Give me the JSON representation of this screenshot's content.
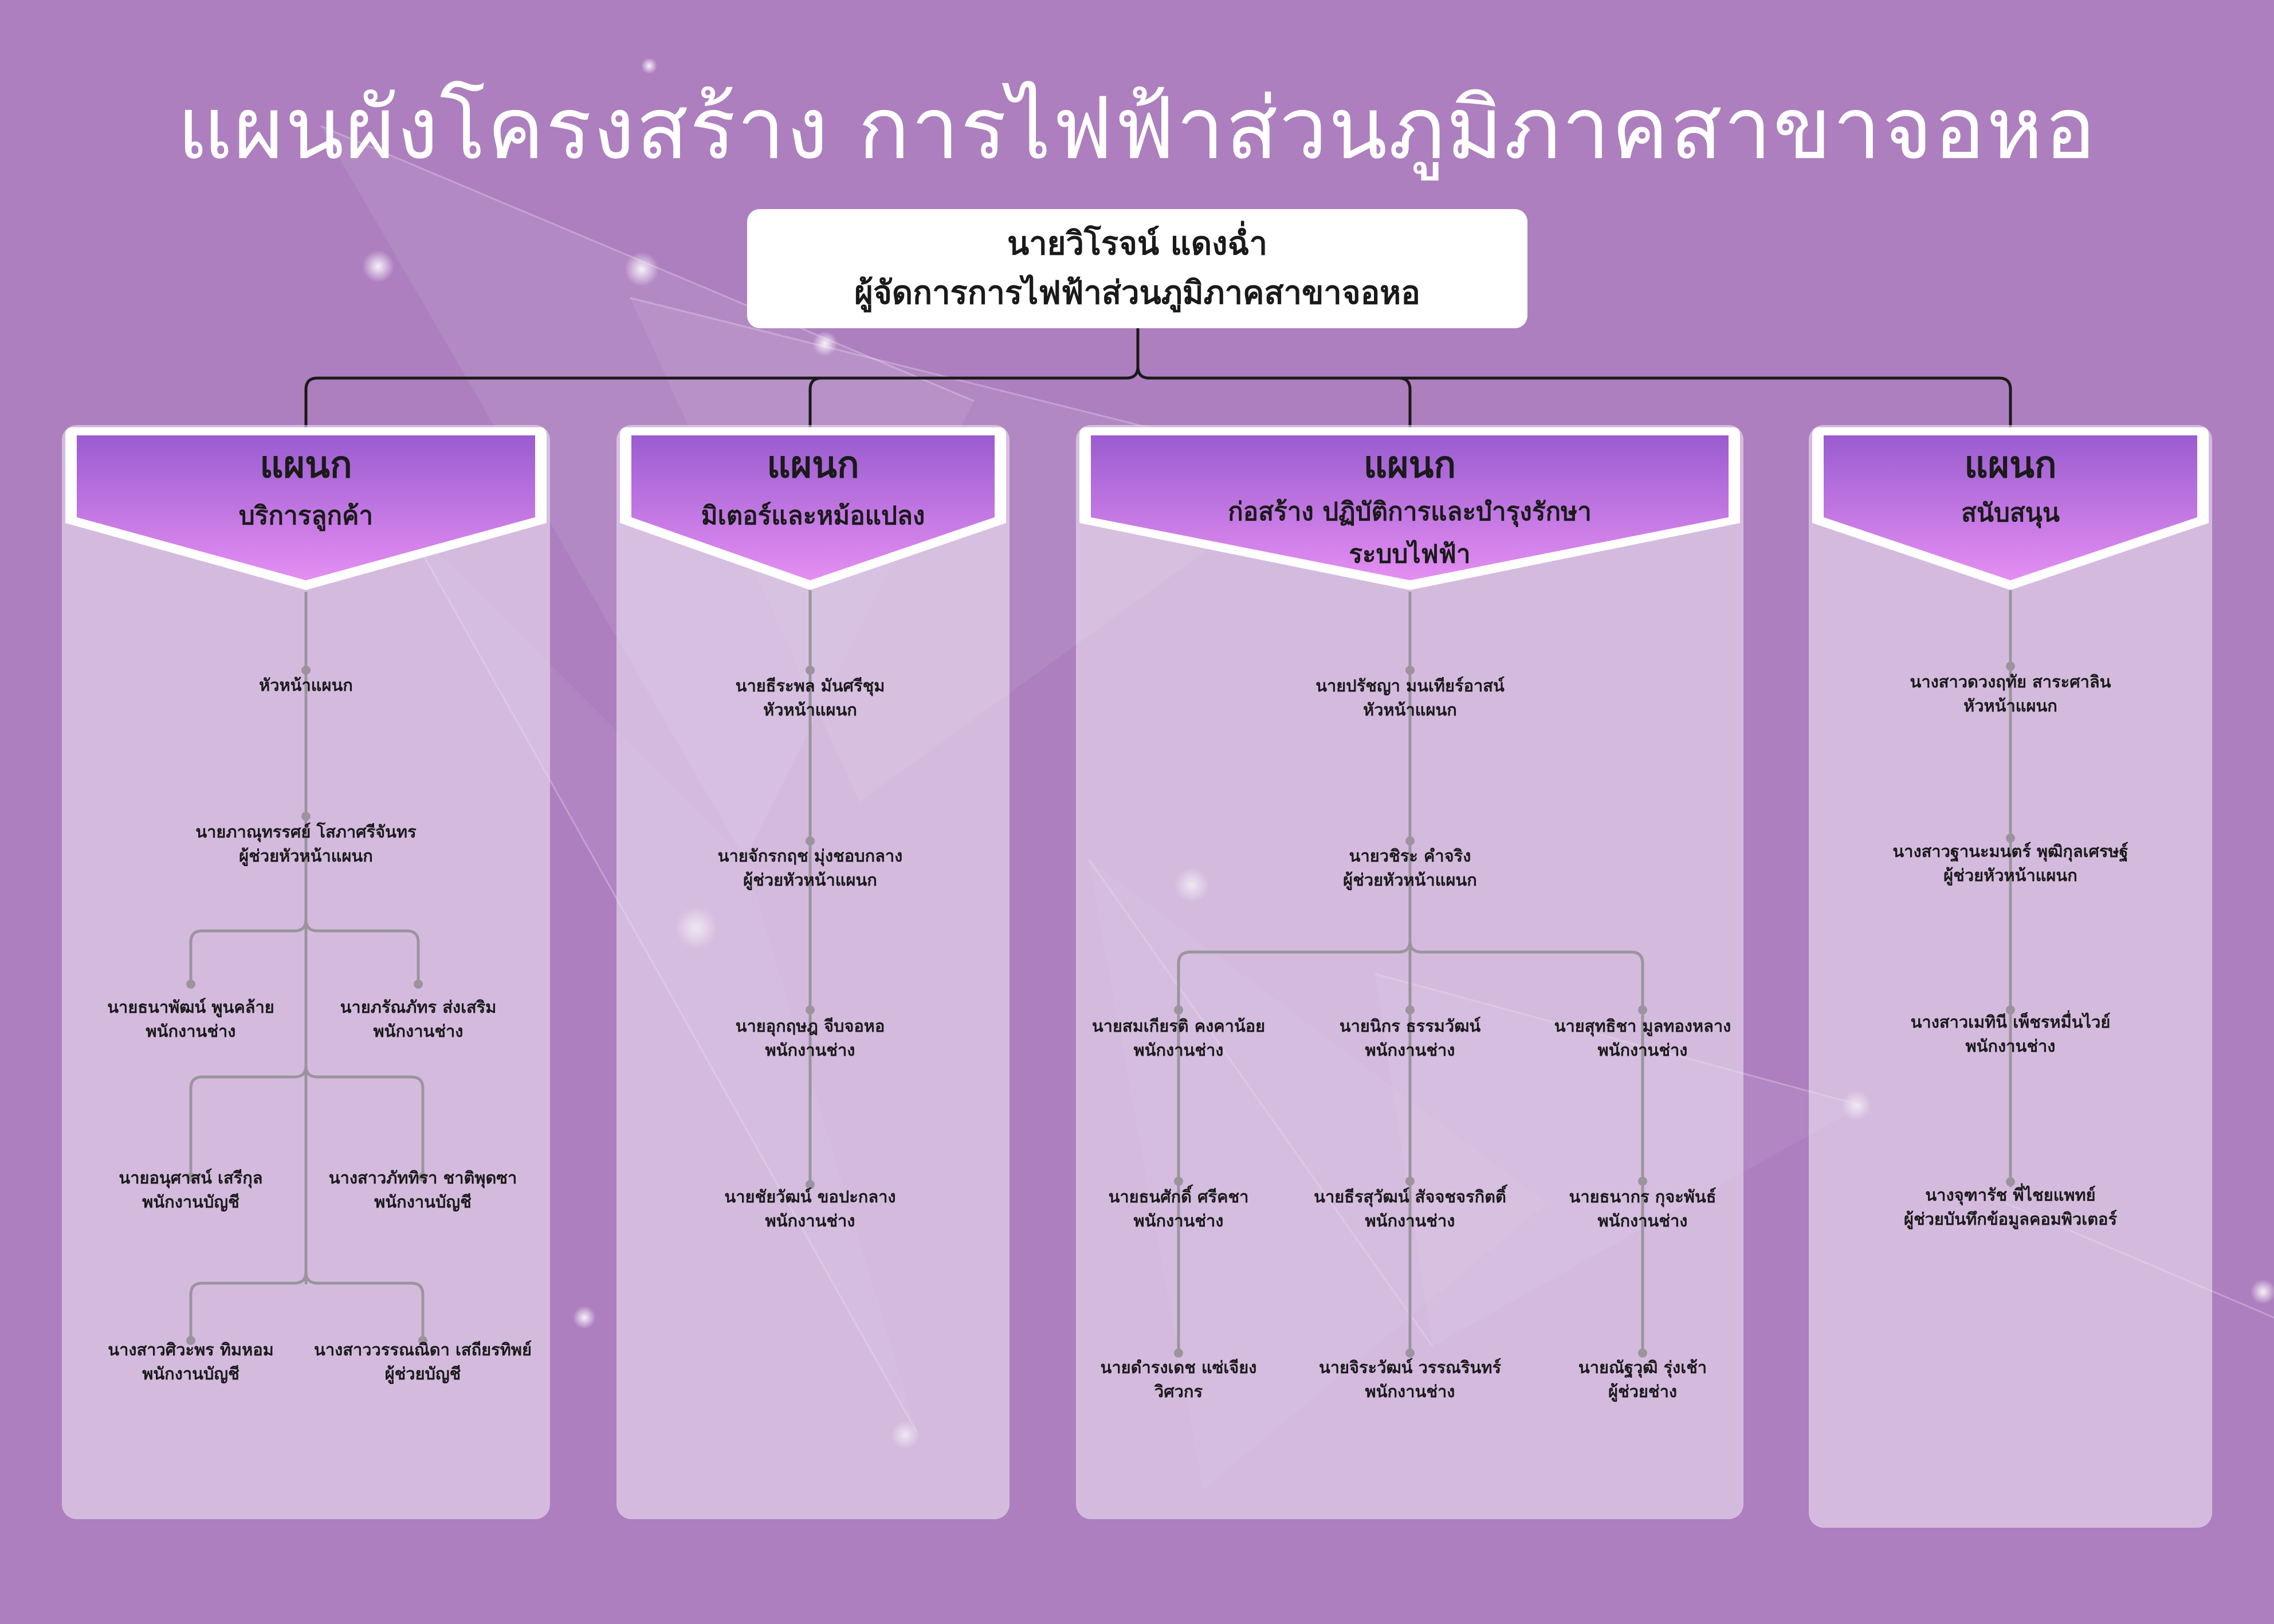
{
  "title": "แผนผังโครงสร้าง การไฟฟ้าส่วนภูมิภาคสาขาจอหอ",
  "top": {
    "name": "นายวิโรจน์  แดงฉ่ำ",
    "position": "ผู้จัดการการไฟฟ้าส่วนภูมิภาคสาขาจอหอ"
  },
  "departments": [
    {
      "label": "แผนก",
      "name": [
        "บริการลูกค้า"
      ],
      "head": {
        "name": "",
        "role": "หัวหน้าแผนก"
      },
      "assistant": {
        "name": "นายภาณุทรรศย์ โสภาศรีจันทร",
        "role": "ผู้ช่วยหัวหน้าแผนก"
      },
      "staff_rows": [
        [
          {
            "name": "นายธนาพัฒน์ พูนคล้าย",
            "role": "พนักงานช่าง"
          },
          {
            "name": "นายภรัณภัทร ส่งเสริม",
            "role": "พนักงานช่าง"
          }
        ],
        [
          {
            "name": "นายอนุศาสน์ เสรีกุล",
            "role": "พนักงานบัญชี"
          },
          {
            "name": "นางสาวภัททิรา ชาติพุดซา",
            "role": "พนักงานบัญชี"
          }
        ],
        [
          {
            "name": "นางสาวศิวะพร ทิมหอม",
            "role": "พนักงานบัญชี"
          },
          {
            "name": "นางสาววรรณณิดา เสถียรทิพย์",
            "role": "ผู้ช่วยบัญชี"
          }
        ]
      ]
    },
    {
      "label": "แผนก",
      "name": [
        "มิเตอร์และหม้อแปลง"
      ],
      "members": [
        {
          "name": "นายธีระพล มันศรีชุม",
          "role": "หัวหน้าแผนก"
        },
        {
          "name": "นายจักรกฤช มุ่งชอบกลาง",
          "role": "ผู้ช่วยหัวหน้าแผนก"
        },
        {
          "name": "นายอุกฤษฎ จีบจอหอ",
          "role": "พนักงานช่าง"
        },
        {
          "name": "นายชัยวัฒน์ ขอปะกลาง",
          "role": "พนักงานช่าง"
        }
      ]
    },
    {
      "label": "แผนก",
      "name": [
        "ก่อสร้าง  ปฏิบัติการและบำรุงรักษา",
        "ระบบไฟฟ้า"
      ],
      "head": {
        "name": "นายปรัชญา มนเทียร์อาสน์",
        "role": "หัวหน้าแผนก"
      },
      "assistant": {
        "name": "นายวชิระ คำจริง",
        "role": "ผู้ช่วยหัวหน้าแผนก"
      },
      "columns": [
        [
          {
            "name": "นายสมเกียรติ คงคาน้อย",
            "role": "พนักงานช่าง"
          },
          {
            "name": "นายธนศักดิ์ ศรีคชา",
            "role": "พนักงานช่าง"
          },
          {
            "name": "นายดำรงเดช แซ่เจียง",
            "role": "วิศวกร"
          }
        ],
        [
          {
            "name": "นายนิกร ธรรมวัฒน์",
            "role": "พนักงานช่าง"
          },
          {
            "name": "นายธีรสุวัฒน์ สัจจชจรกิตติ์",
            "role": "พนักงานช่าง"
          },
          {
            "name": "นายจิระวัฒน์ วรรณรินทร์",
            "role": "พนักงานช่าง"
          }
        ],
        [
          {
            "name": "นายสุทธิชา มูลทองหลาง",
            "role": "พนักงานช่าง"
          },
          {
            "name": "นายธนากร กุจะพันธ์",
            "role": "พนักงานช่าง"
          },
          {
            "name": "นายณัฐวุฒิ รุ่งเช้า",
            "role": "ผู้ช่วยช่าง"
          }
        ]
      ]
    },
    {
      "label": "แผนก",
      "name": [
        "สนับสนุน"
      ],
      "members": [
        {
          "name": "นางสาวดวงฤทัย สาระศาลิน",
          "role": "หัวหน้าแผนก"
        },
        {
          "name": "นางสาวฐานะมนตร์ พุฒิกุลเศรษฐ์",
          "role": "ผู้ช่วยหัวหน้าแผนก"
        },
        {
          "name": "นางสาวเมทินี เพ็ชรหมื่นไวย์",
          "role": "พนักงานช่าง"
        },
        {
          "name": "นางจุฑารัช พี่ไชยแพทย์",
          "role": "ผู้ช่วยบันทึกข้อมูลคอมพิวเตอร์"
        }
      ]
    }
  ],
  "colors": {
    "background": "#ad7fbf",
    "header_top": "#9a5cd0",
    "header_bottom": "#e48ef2",
    "connector": "#1a1a1a",
    "panel": "#ece0f0"
  }
}
